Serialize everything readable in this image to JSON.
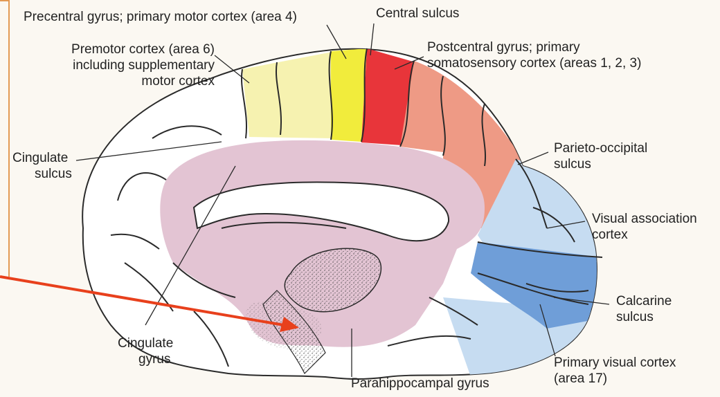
{
  "labels": {
    "precentral": "Precentral gyrus; primary motor cortex (area 4)",
    "central_sulcus": "Central sulcus",
    "premotor": [
      "Premotor cortex (area 6)",
      "including supplementary",
      "motor cortex"
    ],
    "postcentral": [
      "Postcentral gyrus; primary",
      "somatosensory cortex (areas 1, 2, 3)"
    ],
    "cingulate_sulcus": [
      "Cingulate",
      "sulcus"
    ],
    "parieto_occipital": [
      "Parieto-occipital",
      "sulcus"
    ],
    "visual_association": [
      "Visual association",
      "cortex"
    ],
    "calcarine": [
      "Calcarine",
      "sulcus"
    ],
    "cingulate_gyrus": [
      "Cingulate",
      "gyrus"
    ],
    "primary_visual": [
      "Primary visual cortex",
      "(area 17)"
    ],
    "parahippocampal": "Parahippocampal gyrus"
  },
  "colors": {
    "premotor": "#f6f2b0",
    "primary_motor": "#f1ec3c",
    "somatosensory_primary": "#e8353a",
    "somatosensory_rest": "#ee9a85",
    "limbic": "#e3c4d3",
    "visual_association": "#c6dcf1",
    "primary_visual": "#6f9ed8",
    "outline": "#2a2a2a",
    "annotation_arrow": "#e8401c",
    "frame": "#e39a55"
  }
}
